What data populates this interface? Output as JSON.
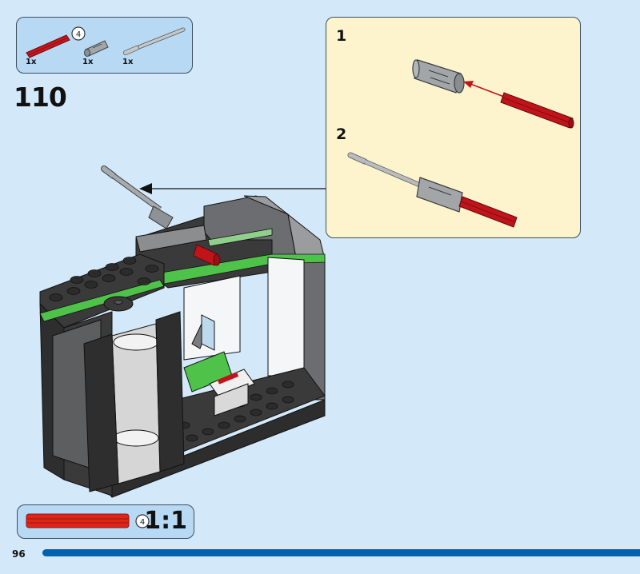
{
  "parts_list": {
    "items": [
      {
        "name": "red axle",
        "color": "#c8161d",
        "quantity_label": "1x",
        "length_badge": "4"
      },
      {
        "name": "gray axle connector",
        "color": "#a3a6a8",
        "quantity_label": "1x"
      },
      {
        "name": "gray bar with stop",
        "color": "#bfc2c4",
        "quantity_label": "1x"
      }
    ]
  },
  "step": {
    "number": "110"
  },
  "callout": {
    "substeps": [
      {
        "number": "1"
      },
      {
        "number": "2"
      }
    ]
  },
  "scale_reference": {
    "length_badge": "4",
    "scale_label": "1:1",
    "part_color": "#e2231a"
  },
  "footer": {
    "page_number": "96",
    "bar_color": "#0061b1"
  },
  "colors": {
    "page_background": "#d3e9fa",
    "parts_box_background": "#b8d9f3",
    "callout_background": "#fdf3cd",
    "accent_green": "#4fc24a"
  }
}
